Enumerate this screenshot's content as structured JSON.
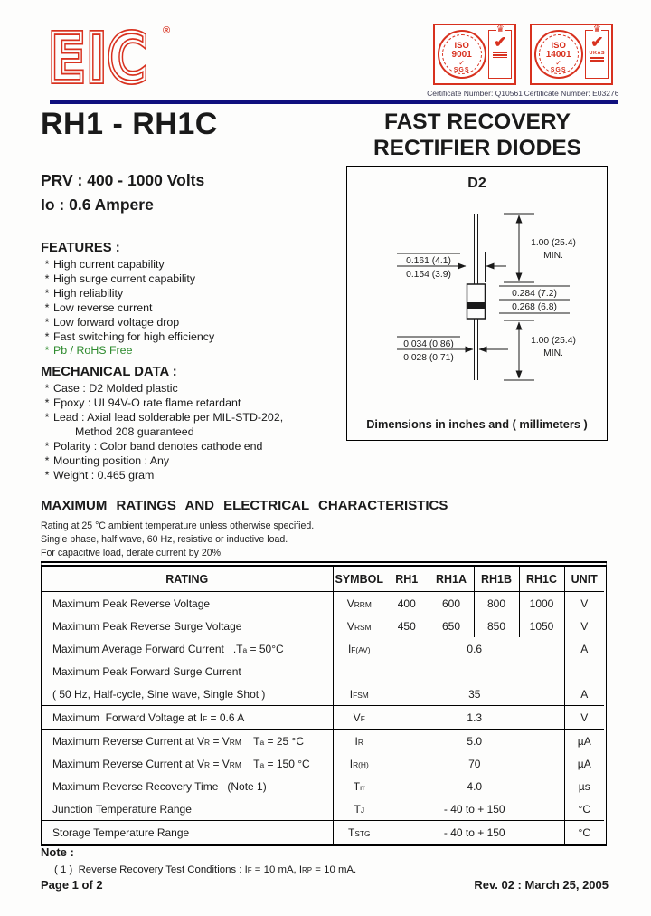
{
  "colors": {
    "accent_red": "#d8311f",
    "navy_rule": "#10107e",
    "rohs_green": "#2d8a2d"
  },
  "header": {
    "logo_text": "EIC",
    "logo_reg": "®",
    "badges": [
      {
        "name": "ISO 9001",
        "line1": "ISO",
        "line2": "9001",
        "check": "✓",
        "footer": "SGS",
        "crown": "♛",
        "panel_check": "✔",
        "caption": "Certificate Number: Q10561"
      },
      {
        "name": "ISO 14001",
        "line1": "ISO",
        "line2": "14001",
        "check": "✓",
        "footer": "SGS",
        "crown": "♛",
        "panel_check": "✔",
        "panel_text": "UKAS",
        "caption": "Certificate Number: E03276"
      }
    ]
  },
  "title": {
    "part_number": "RH1 - RH1C",
    "product_line1": "FAST RECOVERY",
    "product_line2": "RECTIFIER DIODES"
  },
  "specs": {
    "prv": "PRV : 400 - 1000 Volts",
    "io": "Io : 0.6 Ampere"
  },
  "features": {
    "heading": "FEATURES :",
    "items": [
      {
        "text": "High current capability"
      },
      {
        "text": "High surge current capability"
      },
      {
        "text": "High reliability"
      },
      {
        "text": "Low reverse current"
      },
      {
        "text": "Low forward voltage drop"
      },
      {
        "text": "Fast switching for high efficiency"
      },
      {
        "text": "Pb / RoHS Free",
        "green": true
      }
    ]
  },
  "mechanical": {
    "heading": "MECHANICAL  DATA :",
    "items": [
      {
        "text": "Case : D2  Molded plastic"
      },
      {
        "text": "Epoxy : UL94V-O rate flame retardant"
      },
      {
        "text": "Lead : Axial lead solderable per MIL-STD-202,",
        "text2": "Method 208 guaranteed"
      },
      {
        "text": "Polarity : Color band denotes cathode end"
      },
      {
        "text": "Mounting  position : Any"
      },
      {
        "text": "Weight : 0.465 gram"
      }
    ]
  },
  "diagram": {
    "label": "D2",
    "caption": "Dimensions in inches and ( millimeters )",
    "dims": {
      "body_dia_top": "0.161 (4.1)",
      "body_dia_bot": "0.154 (3.9)",
      "lead_len_top_1": "1.00 (25.4)",
      "lead_len_top_2": "MIN.",
      "body_len_top": "0.284 (7.2)",
      "body_len_bot": "0.268 (6.8)",
      "lead_dia_top": "0.034 (0.86)",
      "lead_dia_bot": "0.028 (0.71)",
      "lead_len_bot_1": "1.00 (25.4)",
      "lead_len_bot_2": "MIN."
    }
  },
  "ratings_section": {
    "heading": "MAXIMUM RATINGS AND ELECTRICAL CHARACTERISTICS",
    "conditions": [
      "Rating at  25 °C ambient temperature unless otherwise specified.",
      "Single phase, half wave, 60 Hz, resistive or inductive load.",
      "For capacitive load, derate current by 20%."
    ]
  },
  "table": {
    "headers": {
      "rating": "RATING",
      "symbol": "SYMBOL",
      "models": [
        "RH1",
        "RH1A",
        "RH1B",
        "RH1C"
      ],
      "unit": "UNIT"
    },
    "rows": [
      {
        "rating": "Maximum Peak Reverse Voltage",
        "symbol": "V~RRM~",
        "values": [
          "400",
          "600",
          "800",
          "1000"
        ],
        "unit": "V"
      },
      {
        "rating": "Maximum Peak Reverse Surge Voltage",
        "symbol": "V~RSM~",
        "values": [
          "450",
          "650",
          "850",
          "1050"
        ],
        "unit": "V"
      },
      {
        "rating": "Maximum Average Forward Current   .T~a~ = 50°C",
        "symbol": "I~F(AV)~",
        "span": "0.6",
        "unit": "A"
      },
      {
        "rating": "Maximum Peak Forward Surge Current"
      },
      {
        "rating": "( 50 Hz, Half-cycle, Sine wave, Single Shot )",
        "symbol": "I~FSM~",
        "span": "35",
        "unit": "A"
      },
      {
        "rating": "Maximum  Forward Voltage at I~F~ = 0.6 A",
        "symbol": "V~F~",
        "span": "1.3",
        "unit": "V",
        "sep_above": true
      },
      {
        "rating": "Maximum Reverse Current at V~R~ = V~RM~    T~a~ = 25 °C",
        "symbol": "I~R~",
        "span": "5.0",
        "unit": "µA",
        "sep_above": true
      },
      {
        "rating": "Maximum Reverse Current at V~R~ = V~RM~    T~a~ = 150 °C",
        "symbol": "I~R(H)~",
        "span": "70",
        "unit": "µA"
      },
      {
        "rating": "Maximum Reverse Recovery Time   (Note 1)",
        "symbol": "T~rr~",
        "span": "4.0",
        "unit": "µs"
      },
      {
        "rating": "Junction Temperature Range",
        "symbol": "T~J~",
        "span": "- 40 to + 150",
        "unit": "°C"
      },
      {
        "rating": "Storage Temperature Range",
        "symbol": "T~STG~",
        "span": "- 40 to + 150",
        "unit": "°C",
        "sep_above": true
      }
    ]
  },
  "note": {
    "heading": "Note :",
    "line": "( 1 )  Reverse Recovery Test Conditions : I~F~ = 10 mA, I~RP~ = 10 mA."
  },
  "footer": {
    "page": "Page 1 of 2",
    "rev": "Rev. 02 : March 25, 2005"
  }
}
